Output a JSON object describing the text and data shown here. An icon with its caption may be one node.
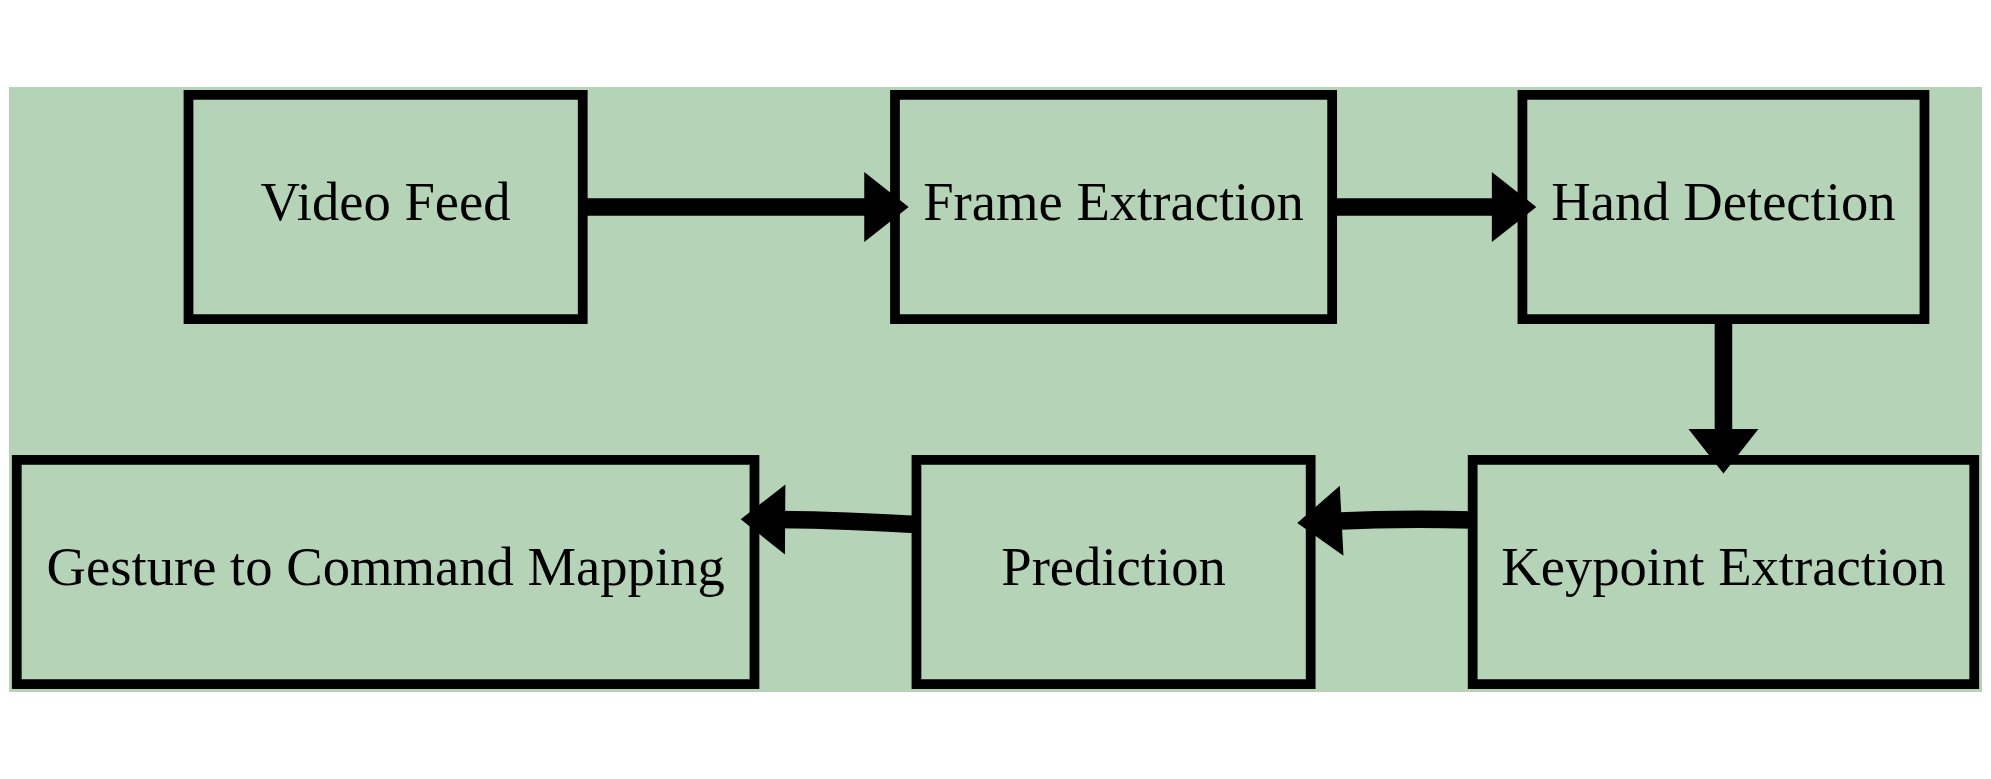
{
  "diagram": {
    "nodes": [
      {
        "text": [
          "Video Feed"
        ]
      },
      {
        "text": [
          "Frame Extraction"
        ]
      },
      {
        "text": [
          "Hand Detection"
        ]
      },
      {
        "text": [
          "Keypoint Extraction"
        ]
      },
      {
        "text": [
          "Prediction"
        ]
      },
      {
        "text": [
          "Gesture to Command Mapping"
        ]
      }
    ],
    "edges": [
      {
        "from": 0,
        "to": 1,
        "arrow": "to"
      },
      {
        "from": 1,
        "to": 2,
        "arrow": "to"
      },
      {
        "from": 2,
        "to": 3,
        "arrow": "to"
      },
      {
        "from": 3,
        "to": 4,
        "arrow": "to"
      },
      {
        "from": 4,
        "to": 5,
        "arrow": "to"
      }
    ]
  }
}
